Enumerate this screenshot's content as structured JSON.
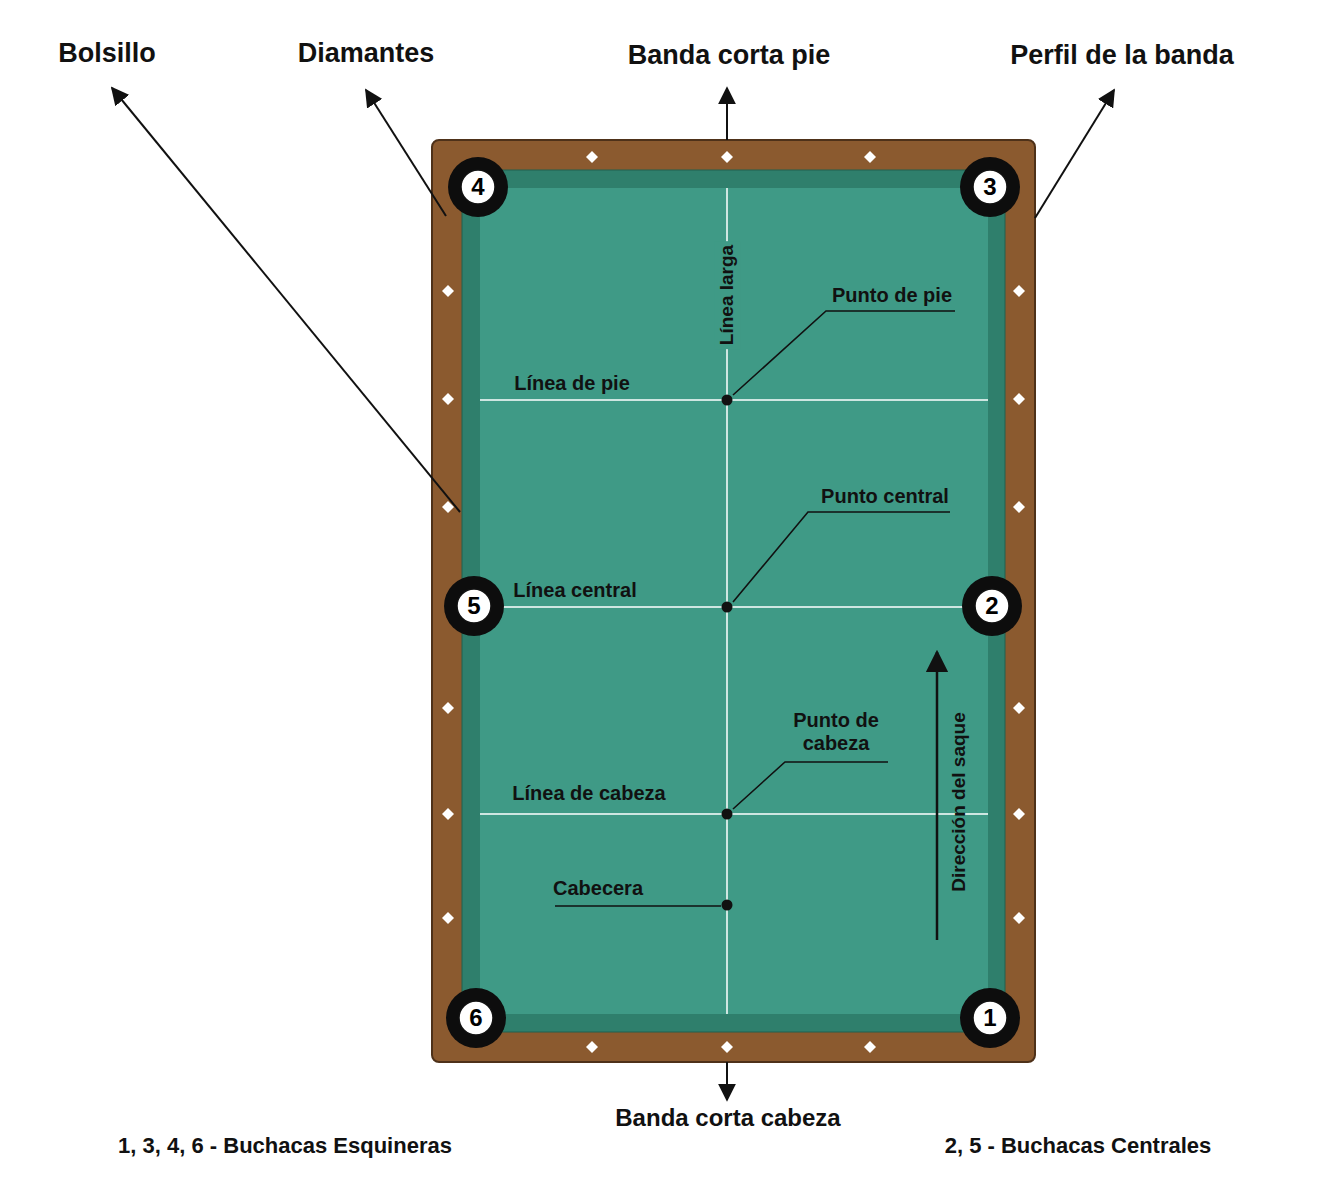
{
  "diagram": {
    "nodes": [
      {
        "text": [
          "4"
        ]
      },
      {
        "text": [
          "3"
        ]
      },
      {
        "text": [
          "5"
        ]
      },
      {
        "text": [
          "2"
        ]
      },
      {
        "text": [
          "6"
        ]
      },
      {
        "text": [
          "1"
        ]
      }
    ],
    "labels": [
      "Bolsillo",
      "Diamantes",
      "Banda corta pie",
      "Perfil de la banda",
      "Línea larga",
      "Punto de pie",
      "Línea de pie",
      "Punto central",
      "Línea central",
      "Punto de cabeza",
      "Dirección del saque",
      "Línea de cabeza",
      "Cabecera",
      "Banda corta cabeza",
      "1, 3, 4, 6 - Buchacas Esquineras",
      "2, 5 - Buchacas Centrales"
    ]
  }
}
